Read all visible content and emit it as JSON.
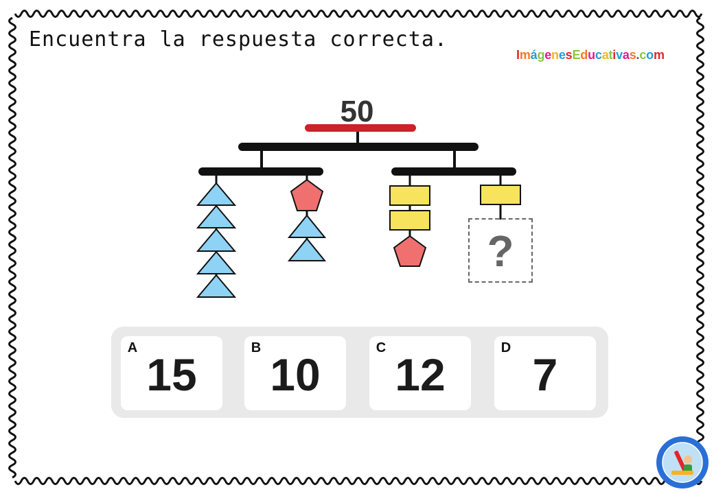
{
  "instruction": "Encuentra la respuesta correcta.",
  "logo": {
    "text": "ImágenesEducativas.com",
    "letters": [
      {
        "c": "I",
        "color": "#e1262c"
      },
      {
        "c": "m",
        "color": "#f47a20"
      },
      {
        "c": "á",
        "color": "#1f9ed9"
      },
      {
        "c": "g",
        "color": "#8cc63f"
      },
      {
        "c": "e",
        "color": "#e9168c"
      },
      {
        "c": "n",
        "color": "#f6b31b"
      },
      {
        "c": "e",
        "color": "#1f9ed9"
      },
      {
        "c": "s",
        "color": "#e1262c"
      },
      {
        "c": "E",
        "color": "#8cc63f"
      },
      {
        "c": "d",
        "color": "#f47a20"
      },
      {
        "c": "u",
        "color": "#e9168c"
      },
      {
        "c": "c",
        "color": "#1f9ed9"
      },
      {
        "c": "a",
        "color": "#f6b31b"
      },
      {
        "c": "t",
        "color": "#8cc63f"
      },
      {
        "c": "i",
        "color": "#e1262c"
      },
      {
        "c": "v",
        "color": "#1f9ed9"
      },
      {
        "c": "a",
        "color": "#e9168c"
      },
      {
        "c": "s",
        "color": "#f47a20"
      },
      {
        "c": ".",
        "color": "#555555"
      },
      {
        "c": "c",
        "color": "#8cc63f"
      },
      {
        "c": "o",
        "color": "#1f9ed9"
      },
      {
        "c": "m",
        "color": "#e1262c"
      }
    ]
  },
  "puzzle": {
    "total": "50",
    "unknown": "?",
    "shape_colors": {
      "triangle": "#8ed3f5",
      "pentagon": "#f07070",
      "rectangle": "#f7e35c",
      "bar_top": "#cc2229",
      "bar": "#111111"
    },
    "left_branch": {
      "left_string": [
        "triangle",
        "triangle",
        "triangle",
        "triangle",
        "triangle"
      ],
      "right_string": [
        "pentagon",
        "triangle",
        "triangle"
      ]
    },
    "right_branch": {
      "left_string": [
        "rectangle",
        "rectangle",
        "pentagon"
      ],
      "right_string": [
        "rectangle",
        "unknown"
      ]
    }
  },
  "answers": [
    {
      "letter": "A",
      "value": "15"
    },
    {
      "letter": "B",
      "value": "10"
    },
    {
      "letter": "C",
      "value": "12"
    },
    {
      "letter": "D",
      "value": "7"
    }
  ],
  "badge": {
    "name": "site-seal",
    "colors": {
      "ring": "#2a6fd6",
      "inner": "#bfe0f5"
    }
  }
}
